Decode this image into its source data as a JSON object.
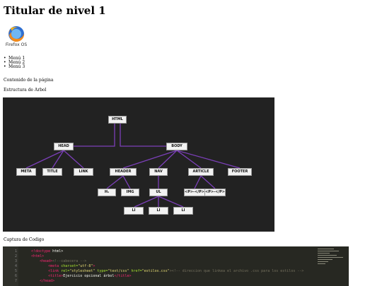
{
  "page": {
    "heading": "Titular de nivel 1",
    "logo_text": "Firefox OS",
    "menu": [
      "Menú 1",
      "Menú 2",
      "Menú 3"
    ],
    "content_text": "Contenido de la página",
    "tree_caption": "Estructura de Arbol",
    "code_caption": "Captura de Codigo"
  },
  "diagram": {
    "nodes": {
      "html": "HTML",
      "head": "HEAD",
      "body": "BODY",
      "meta": "META",
      "title": "TITLE",
      "link": "LINK",
      "header": "HEADER",
      "nav": "NAV",
      "article": "ARTICLE",
      "footer": "FOOTER",
      "h1": "H₁",
      "img": "IMG",
      "ul": "UL",
      "p1": "<P>-</P>",
      "p2": "<P>-</P>",
      "li1": "LI",
      "li2": "LI",
      "li3": "LI"
    },
    "line_color": "#7b3fb8"
  },
  "code": {
    "lines": [
      {
        "n": "1",
        "parts": [
          {
            "t": "    <!",
            "c": "tg"
          },
          {
            "t": "doctype",
            "c": "tg"
          },
          {
            "t": " html>",
            "c": ""
          }
        ]
      },
      {
        "n": "2",
        "parts": [
          {
            "t": "    <html>",
            "c": "tg"
          }
        ]
      },
      {
        "n": "3",
        "parts": [
          {
            "t": "        <head>",
            "c": "tg"
          },
          {
            "t": "<!--cabecera -->",
            "c": "cm"
          }
        ]
      },
      {
        "n": "4",
        "parts": [
          {
            "t": "            <meta ",
            "c": "tg"
          },
          {
            "t": "charset=",
            "c": "at"
          },
          {
            "t": "\"utf-8\"",
            "c": "st"
          },
          {
            "t": ">",
            "c": "tg"
          }
        ]
      },
      {
        "n": "5",
        "parts": [
          {
            "t": "            <link ",
            "c": "tg"
          },
          {
            "t": "rel=",
            "c": "at"
          },
          {
            "t": "\"stylesheet\"",
            "c": "st"
          },
          {
            "t": " type=",
            "c": "at"
          },
          {
            "t": "\"text/css\"",
            "c": "st"
          },
          {
            "t": " href=",
            "c": "at"
          },
          {
            "t": "\"estilos.css\"",
            "c": "st"
          },
          {
            "t": "><!-- direccion que linkea el archivo .css para los estilos -->",
            "c": "cm"
          }
        ]
      },
      {
        "n": "6",
        "parts": [
          {
            "t": "            <title>",
            "c": "tg"
          },
          {
            "t": "Ejercicio opcional árbol",
            "c": ""
          },
          {
            "t": "</title>",
            "c": "tg"
          }
        ]
      },
      {
        "n": "7",
        "parts": [
          {
            "t": "        </head>",
            "c": "tg"
          }
        ]
      }
    ]
  }
}
